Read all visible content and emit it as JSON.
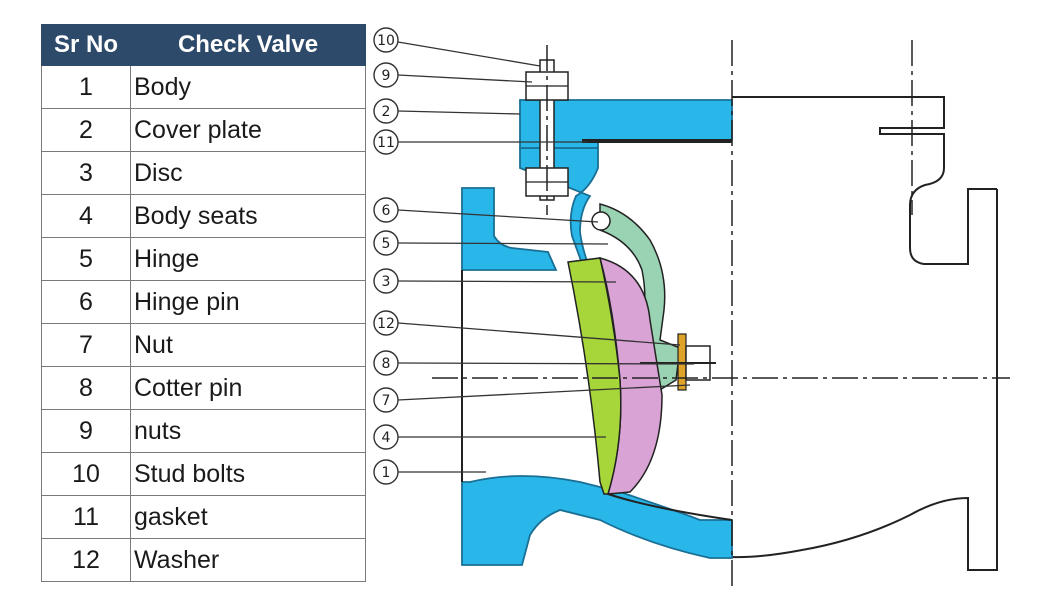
{
  "table": {
    "header_sr": "Sr No",
    "header_name": "Check Valve",
    "rows": [
      {
        "sr": "1",
        "name": "Body"
      },
      {
        "sr": "2",
        "name": "Cover plate"
      },
      {
        "sr": "3",
        "name": "Disc"
      },
      {
        "sr": "4",
        "name": "Body seats"
      },
      {
        "sr": "5",
        "name": "Hinge"
      },
      {
        "sr": "6",
        "name": "Hinge pin"
      },
      {
        "sr": "7",
        "name": "Nut"
      },
      {
        "sr": "8",
        "name": "Cotter pin"
      },
      {
        "sr": "9",
        "name": "nuts"
      },
      {
        "sr": "10",
        "name": "Stud bolts"
      },
      {
        "sr": "11",
        "name": "gasket"
      },
      {
        "sr": "12",
        "name": "Washer"
      }
    ]
  },
  "callouts": {
    "c10": "10",
    "c9": "9",
    "c2": "2",
    "c11": "11",
    "c6": "6",
    "c5": "5",
    "c3": "3",
    "c12": "12",
    "c8": "8",
    "c7": "7",
    "c4": "4",
    "c1": "1"
  },
  "colors": {
    "header_bg": "#2e4a6b",
    "body": "#29b6e8",
    "disc": "#d9a3d6",
    "seat": "#a6d63a",
    "hinge": "#9ad3b3",
    "washer": "#e0a32a"
  }
}
